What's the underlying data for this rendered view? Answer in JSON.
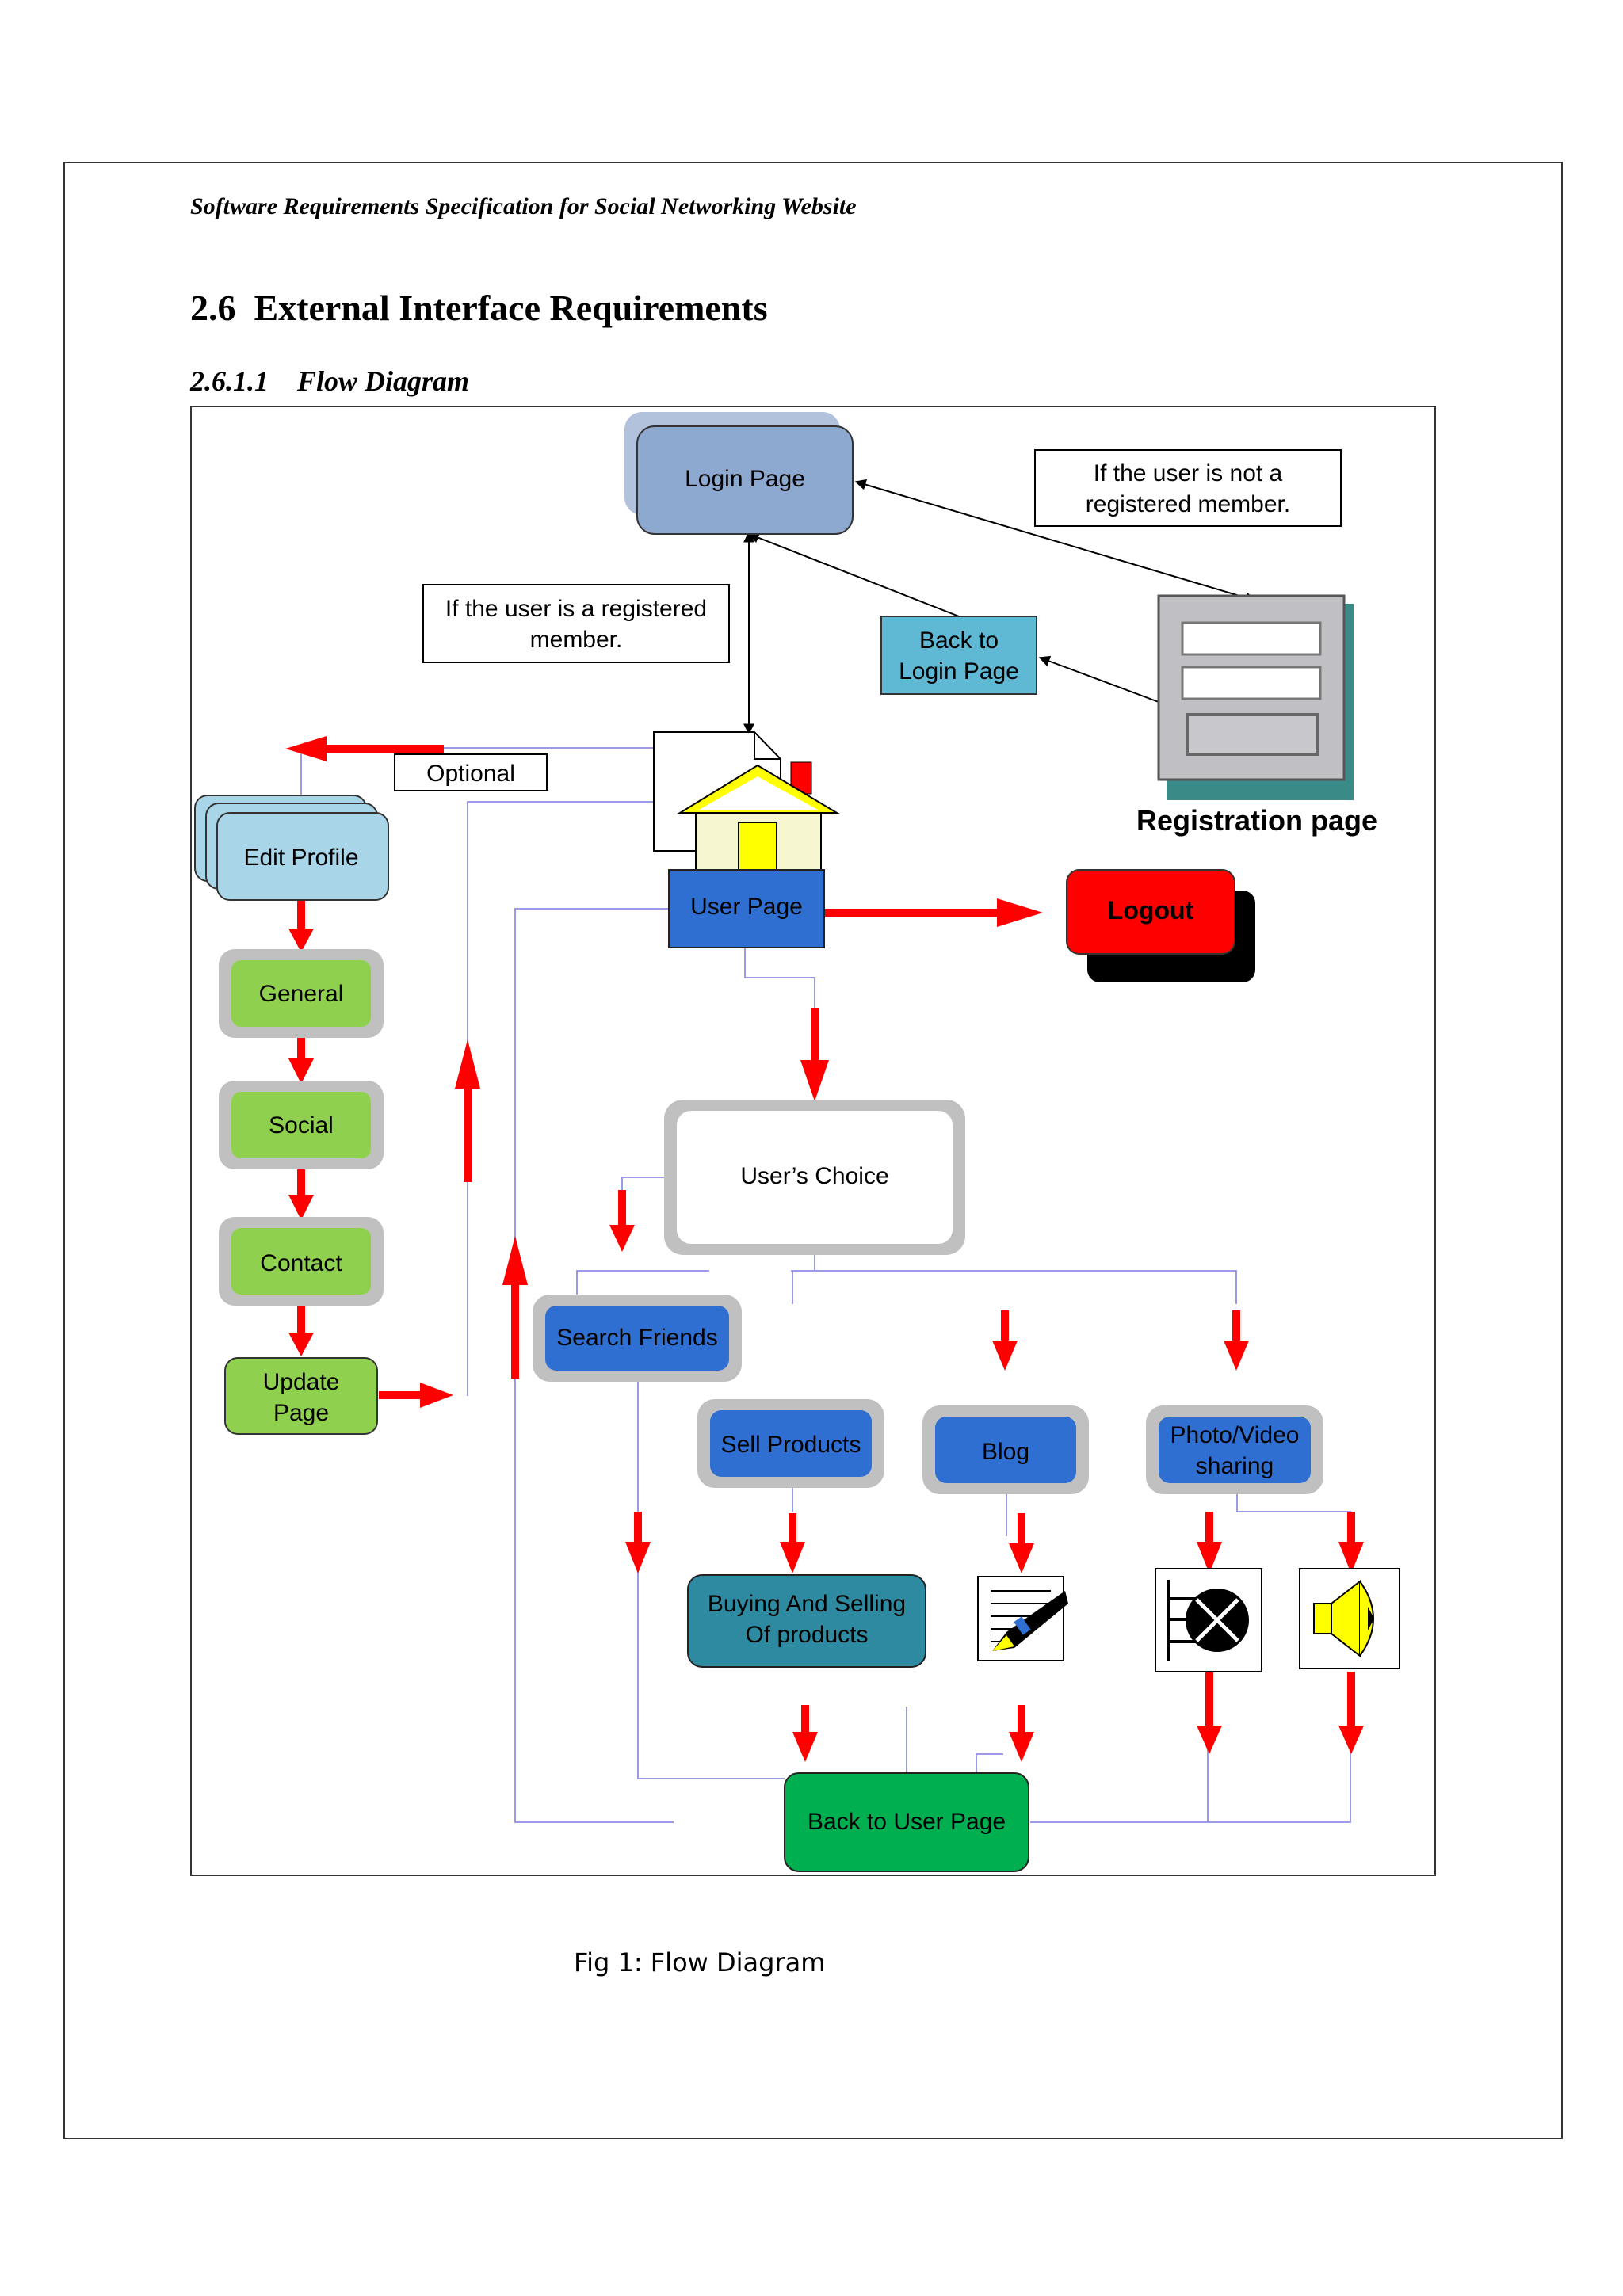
{
  "document": {
    "header": "Software Requirements Specification for Social Networking Website",
    "section_number": "2.6",
    "section_title": "External Interface Requirements",
    "subsection_number": "2.6.1.1",
    "subsection_title": "Flow Diagram",
    "figure_caption": "Fig 1: Flow Diagram"
  },
  "diagram": {
    "login_page": "Login Page",
    "note_not_registered_line1": "If the user is not a",
    "note_not_registered_line2": "registered member.",
    "note_registered_line1": "If the user is a registered",
    "note_registered_line2": "member.",
    "back_to_login_line1": "Back to",
    "back_to_login_line2": "Login Page",
    "registration_page": "Registration page",
    "optional": "Optional",
    "edit_profile": "Edit Profile",
    "user_page": "User Page",
    "logout": "Logout",
    "general": "General",
    "social": "Social",
    "contact": "Contact",
    "update_page_line1": "Update",
    "update_page_line2": "Page",
    "users_choice": "User’s Choice",
    "search_friends": "Search Friends",
    "sell_products": "Sell Products",
    "blog": "Blog",
    "photo_video_line1": "Photo/Video",
    "photo_video_line2": "sharing",
    "buying_selling_line1": "Buying And Selling",
    "buying_selling_line2": "Of products",
    "back_to_user_page": "Back to User Page",
    "colors": {
      "arrow_red": "#ff0000",
      "login_blue": "#8ea9d0",
      "user_page_blue": "#2e6fd1",
      "light_blue": "#a9d5e8",
      "green_step": "#8fd14f",
      "teal": "#2e8aa0",
      "back_green": "#00b050",
      "logout_red": "#ff0000",
      "connector_lilac": "#9a9ae8"
    },
    "icons": [
      "house-document-icon",
      "registration-form-icon",
      "blog-pen-icon",
      "video-reel-icon",
      "speaker-icon"
    ]
  }
}
